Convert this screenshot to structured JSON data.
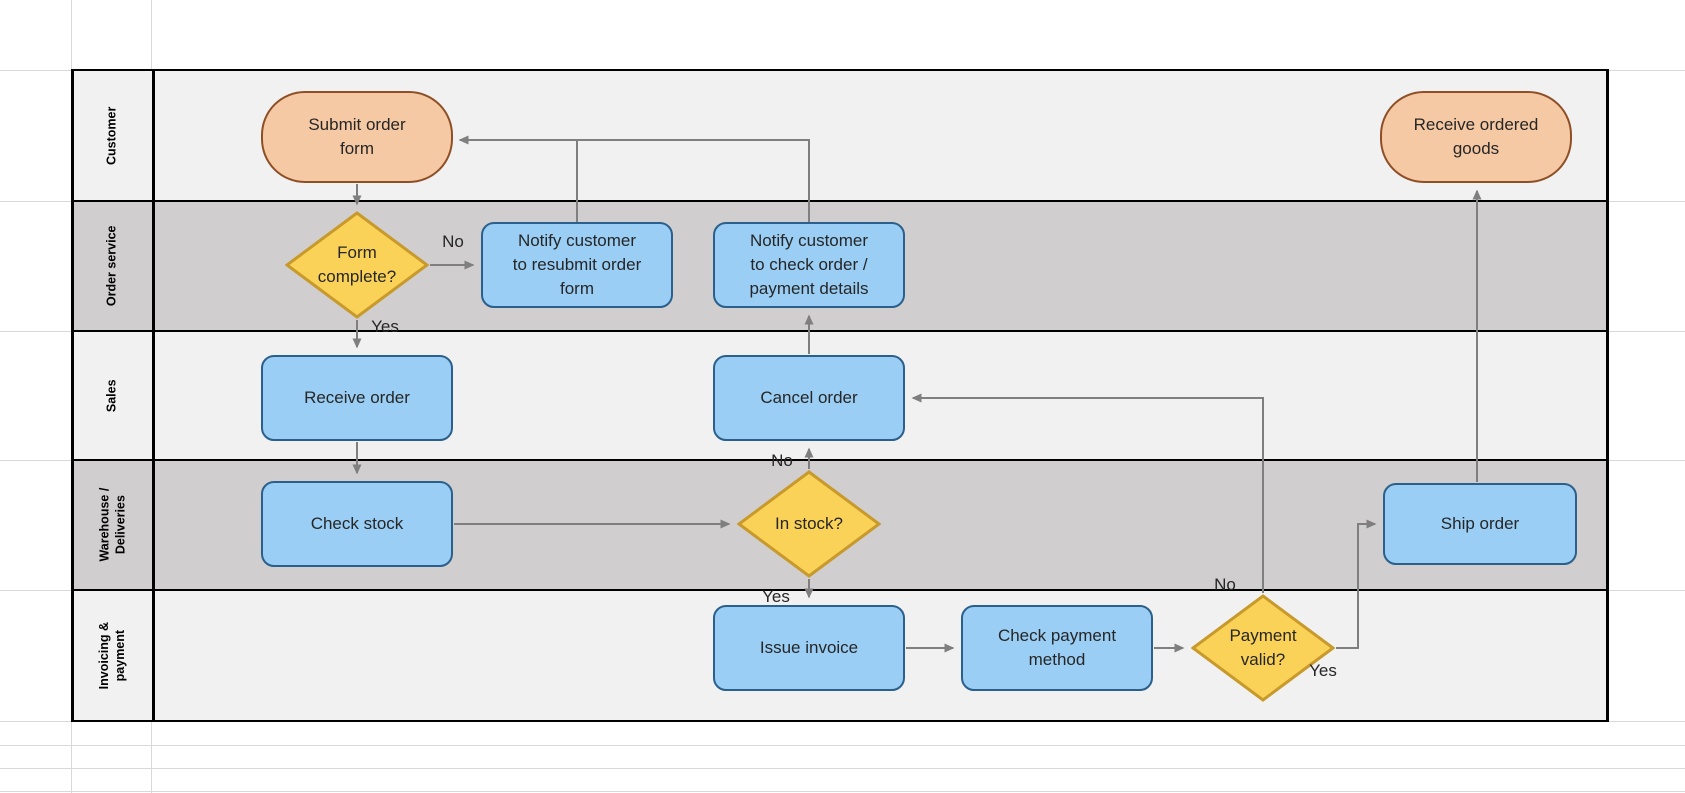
{
  "diagram": {
    "type": "swimlane-flowchart",
    "lanes": [
      {
        "label": "Customer"
      },
      {
        "label": "Order service"
      },
      {
        "label": "Sales"
      },
      {
        "label": "Warehouse /\nDeliveries"
      },
      {
        "label": "Invoicing &\npayment"
      }
    ],
    "nodes": {
      "submit_order_form": {
        "label": "Submit order\nform",
        "type": "terminator",
        "lane": "Customer"
      },
      "receive_ordered_goods": {
        "label": "Receive ordered\ngoods",
        "type": "terminator",
        "lane": "Customer"
      },
      "form_complete": {
        "label": "Form\ncomplete?",
        "type": "decision",
        "lane": "Order service"
      },
      "notify_resubmit": {
        "label": "Notify customer\nto resubmit order\nform",
        "type": "process",
        "lane": "Order service"
      },
      "notify_check": {
        "label": "Notify customer\nto check order /\npayment details",
        "type": "process",
        "lane": "Order service"
      },
      "receive_order": {
        "label": "Receive order",
        "type": "process",
        "lane": "Sales"
      },
      "cancel_order": {
        "label": "Cancel order",
        "type": "process",
        "lane": "Sales"
      },
      "check_stock": {
        "label": "Check stock",
        "type": "process",
        "lane": "Warehouse / Deliveries"
      },
      "in_stock": {
        "label": "In stock?",
        "type": "decision",
        "lane": "Warehouse / Deliveries"
      },
      "ship_order": {
        "label": "Ship order",
        "type": "process",
        "lane": "Warehouse / Deliveries"
      },
      "issue_invoice": {
        "label": "Issue invoice",
        "type": "process",
        "lane": "Invoicing & payment"
      },
      "check_payment_method": {
        "label": "Check payment\nmethod",
        "type": "process",
        "lane": "Invoicing & payment"
      },
      "payment_valid": {
        "label": "Payment\nvalid?",
        "type": "decision",
        "lane": "Invoicing & payment"
      }
    },
    "edge_labels": {
      "form_no": "No",
      "form_yes": "Yes",
      "stock_no": "No",
      "stock_yes": "Yes",
      "payment_no": "No",
      "payment_yes": "Yes"
    },
    "edges": [
      {
        "from": "submit_order_form",
        "to": "form_complete"
      },
      {
        "from": "form_complete",
        "to": "notify_resubmit",
        "label": "No"
      },
      {
        "from": "form_complete",
        "to": "receive_order",
        "label": "Yes"
      },
      {
        "from": "notify_resubmit",
        "to": "submit_order_form"
      },
      {
        "from": "notify_check",
        "to": "submit_order_form"
      },
      {
        "from": "receive_order",
        "to": "check_stock"
      },
      {
        "from": "check_stock",
        "to": "in_stock"
      },
      {
        "from": "in_stock",
        "to": "cancel_order",
        "label": "No"
      },
      {
        "from": "in_stock",
        "to": "issue_invoice",
        "label": "Yes"
      },
      {
        "from": "issue_invoice",
        "to": "check_payment_method"
      },
      {
        "from": "check_payment_method",
        "to": "payment_valid"
      },
      {
        "from": "payment_valid",
        "to": "cancel_order",
        "label": "No"
      },
      {
        "from": "payment_valid",
        "to": "ship_order",
        "label": "Yes"
      },
      {
        "from": "cancel_order",
        "to": "notify_check"
      },
      {
        "from": "ship_order",
        "to": "receive_ordered_goods"
      }
    ],
    "colors": {
      "process_fill": "#9ACEF5",
      "process_border": "#2B5F8C",
      "decision_fill": "#FBD258",
      "decision_border": "#C8992B",
      "terminator_fill": "#F6C9A5",
      "terminator_border": "#8E4F26",
      "lane_light": "#F1F1F1",
      "lane_dark": "#D0CECE",
      "connector": "#7F7F7F",
      "table_border": "#000000",
      "gridline": "#D9D9D9"
    }
  }
}
